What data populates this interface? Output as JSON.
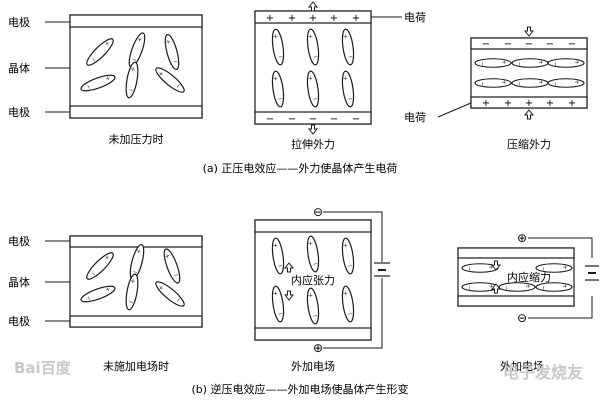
{
  "colors": {
    "line": "#1a1a1a",
    "text": "#111111",
    "faint": "#c8c8c8",
    "background": "#ffffff"
  },
  "labels": {
    "electrode": "电极",
    "crystal": "晶体",
    "charge": "电荷"
  },
  "panel_a": {
    "caption": "(a) 正压电效应——外力使晶体产生电荷",
    "sub1": "未加压力时",
    "sub2": "拉伸外力",
    "sub3": "压缩外力",
    "plus": "+",
    "minus": "−"
  },
  "panel_b": {
    "caption": "(b) 逆压电效应——外加电场使晶体产生形变",
    "sub1": "未施加电场时",
    "sub2": "外加电场",
    "sub3": "外加电场",
    "stress_tension": "内应张力",
    "stress_compression": "内应缩力",
    "terminal_neg": "⊖",
    "terminal_pos": "⊕"
  },
  "watermarks": {
    "left": "Bai百度",
    "right": "电子发烧友"
  }
}
